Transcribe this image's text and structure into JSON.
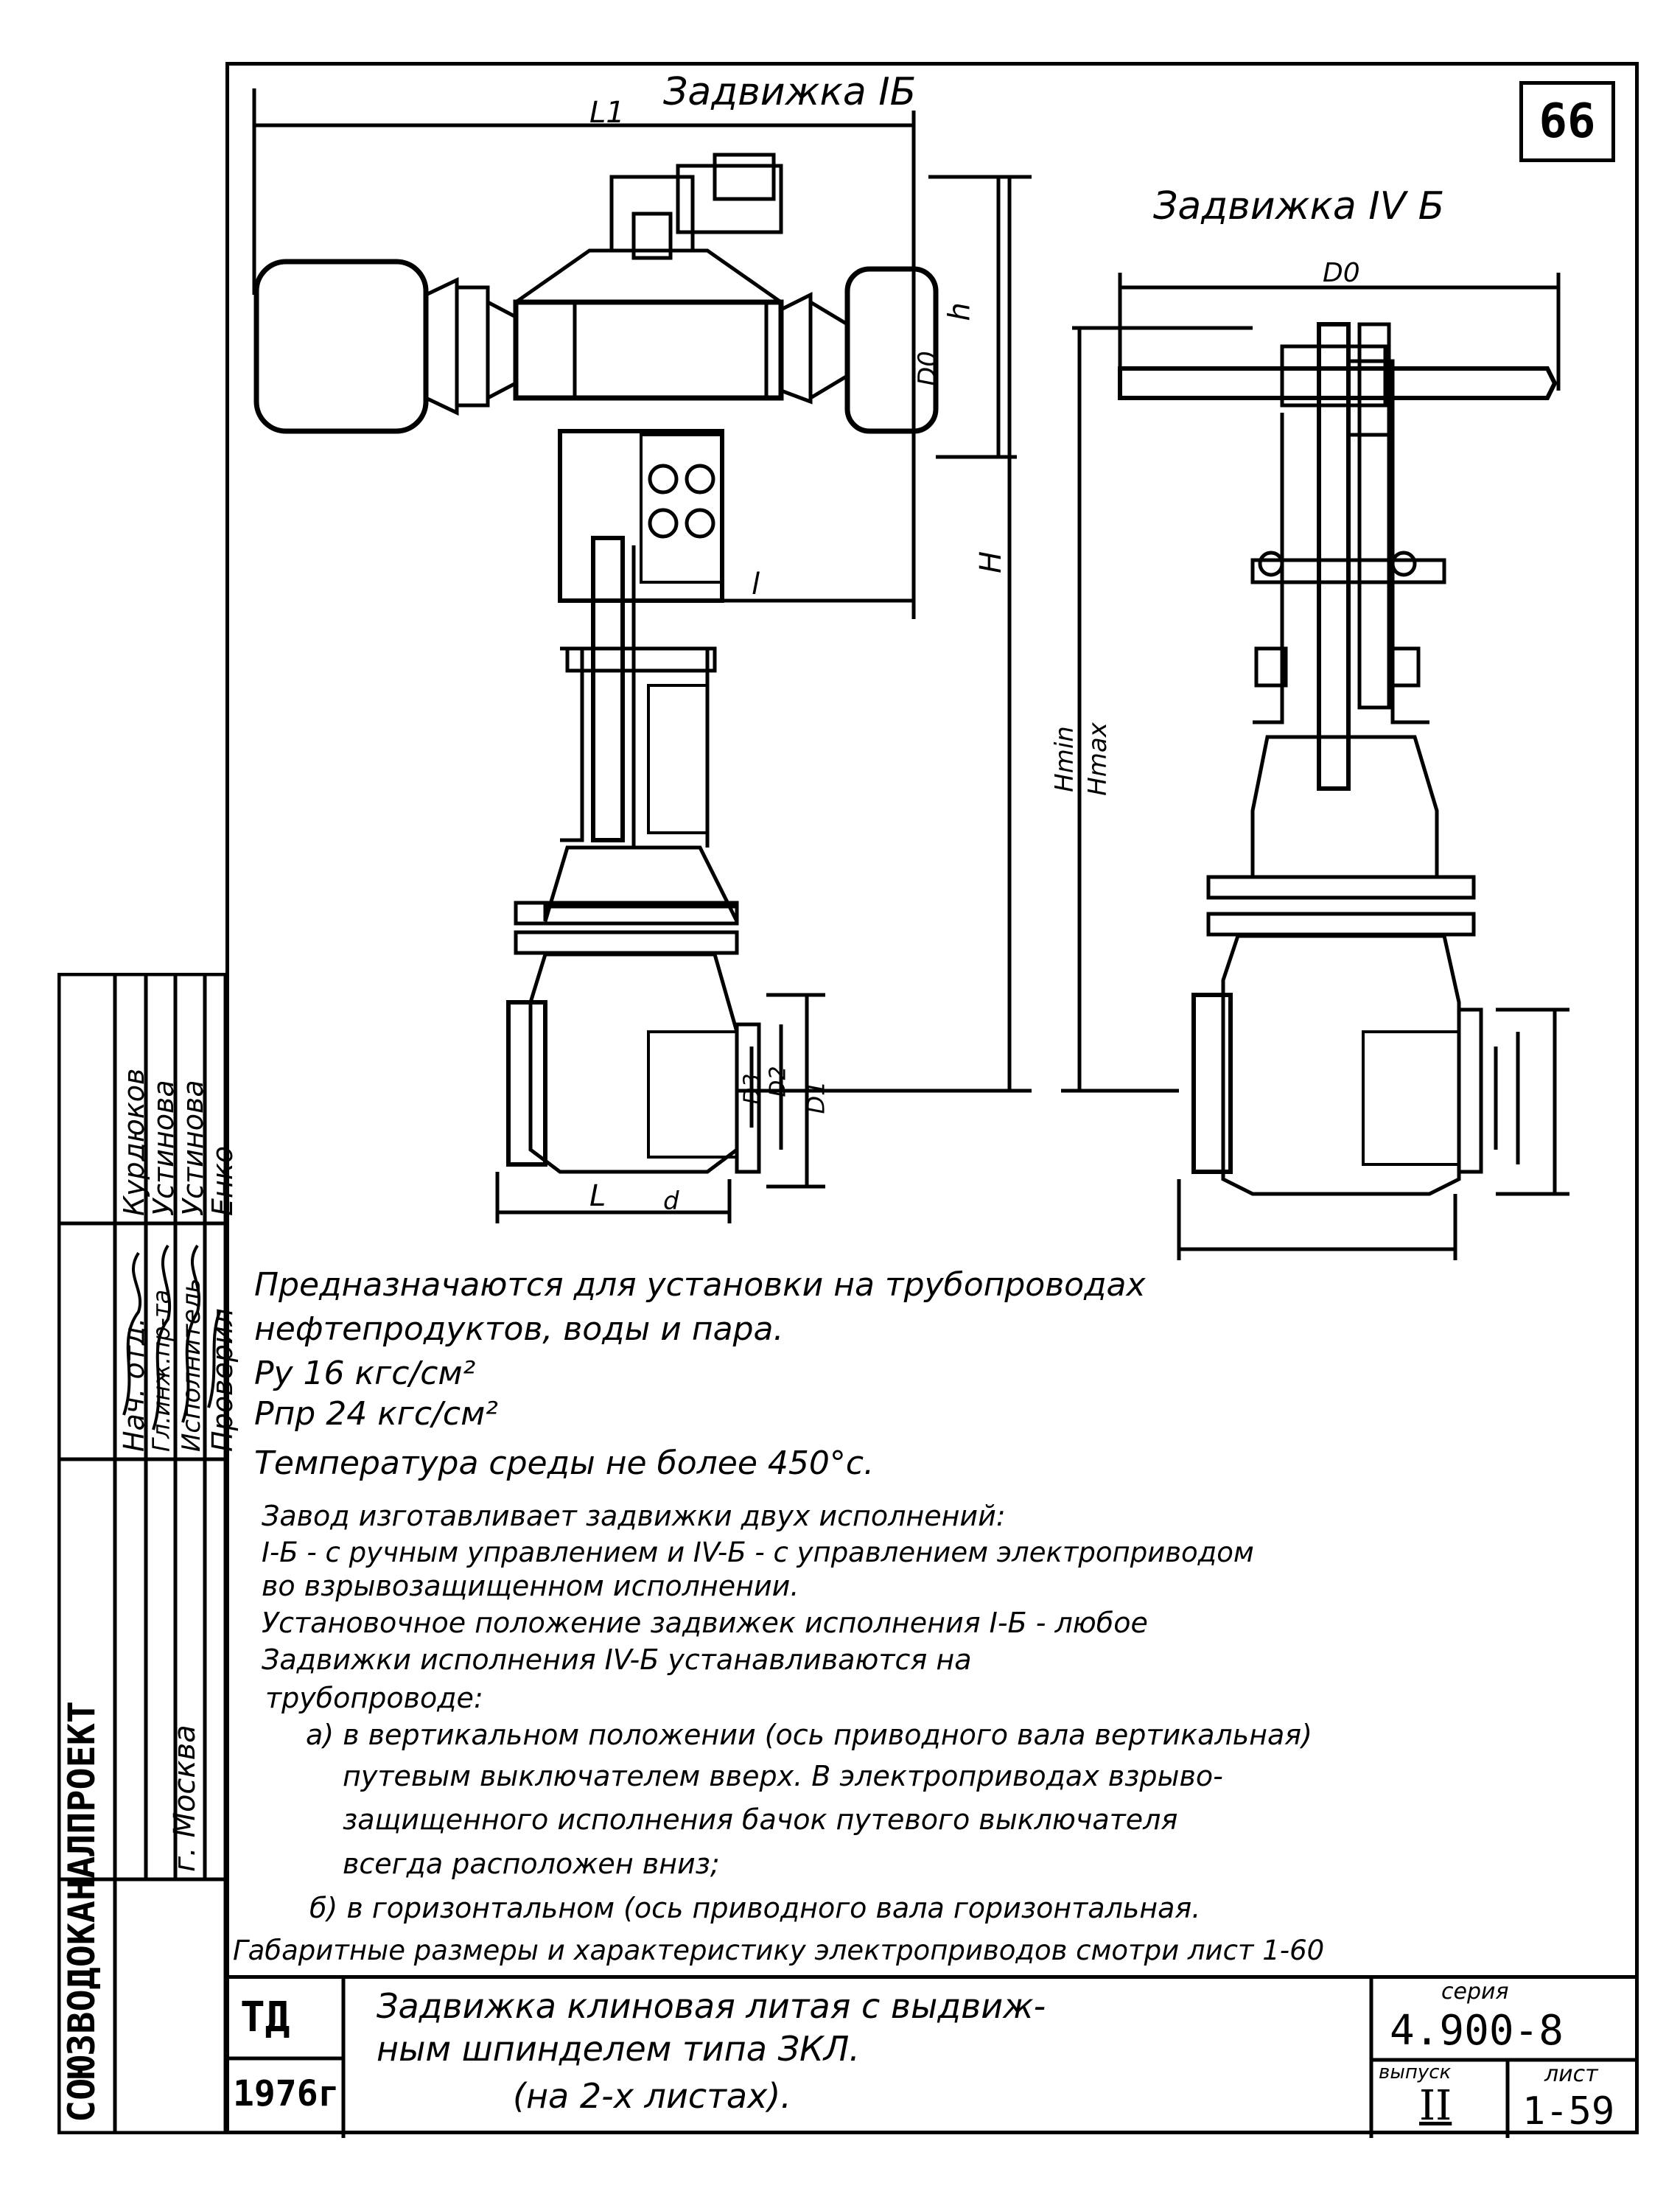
{
  "sheet": {
    "page_number": "66",
    "title_ib": "Задвижка IБ",
    "title_ivb": "Задвижка IV Б"
  },
  "dimensions": {
    "L1": "L1",
    "h": "h",
    "D0": "D0",
    "H": "H",
    "l": "l",
    "Hmin": "Hmin",
    "Hmax": "Hmax",
    "D1": "D1",
    "D2": "D2",
    "D3": "D3",
    "L": "L",
    "d": "d",
    "D0_ivb": "D0"
  },
  "description": {
    "line1": "Предназначаются для установки на трубопроводах",
    "line2": "нефтепродуктов, воды и пара.",
    "py": "Pу   16 кгс/см²",
    "ppr": "Pпр 24 кгс/см²",
    "temp": "Температура среды  не более  450°с.",
    "p1": "Завод изготавливает задвижки двух исполнений:",
    "p2": "I-Б - с ручным управлением и IV-Б - с управлением электроприводом",
    "p3": "во взрывозащищенном   исполнении.",
    "p4": "Установочное положение задвижек исполнения I-Б - любое",
    "p5": "Задвижки   исполнения IV-Б устанавливаются   на",
    "p6": "трубопроводе:",
    "p7": "а) в вертикальном положении (ось приводного вала вертикальная)",
    "p8": "путевым выключателем вверх. В электроприводах взрыво-",
    "p9": "защищенного   исполнения  бачок путевого выключателя",
    "p10": "всегда расположен вниз;",
    "p11": "б) в горизонтальном (ось приводного вала горизонтальная.",
    "p12": "Габаритные размеры и характеристику электроприводов смотри лист 1-60"
  },
  "side_block": {
    "org": "СОЮЗВОДОКАНАЛПРОЕКТ",
    "city": "г. Москва",
    "roles": [
      "Нач. отд.",
      "Гл.инж.пр-та",
      "Исполнитель",
      "Проверил"
    ],
    "names": [
      "Курдюков",
      "Устинова",
      "Устинова",
      "Енко"
    ]
  },
  "stamp": {
    "td": "ТД",
    "year": "1976г",
    "title1": "Задвижка клиновая литая с выдвиж-",
    "title2": "ным шпинделем  типа  ЗКЛ.",
    "title3": "(на  2-х  листах).",
    "series_label": "серия",
    "series": "4.900-8",
    "issue_label": "выпуск",
    "issue": "II",
    "sheet_label": "лист",
    "sheet": "1-59"
  }
}
